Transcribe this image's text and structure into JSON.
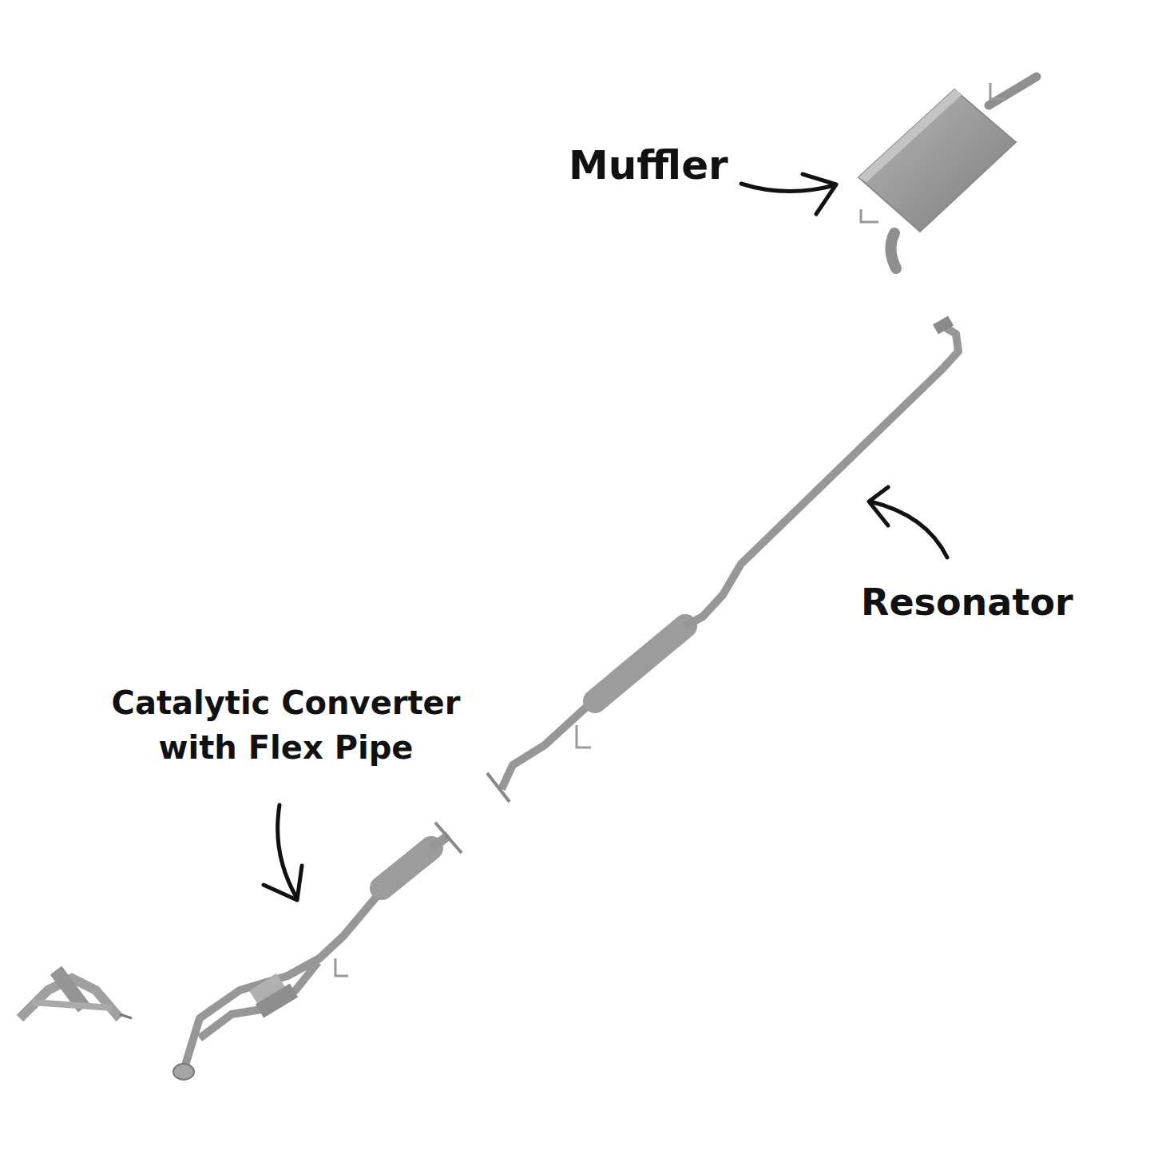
{
  "diagram": {
    "labels": [
      "Muffler",
      "Resonator",
      "Catalytic Converter with Flex Pipe"
    ]
  }
}
